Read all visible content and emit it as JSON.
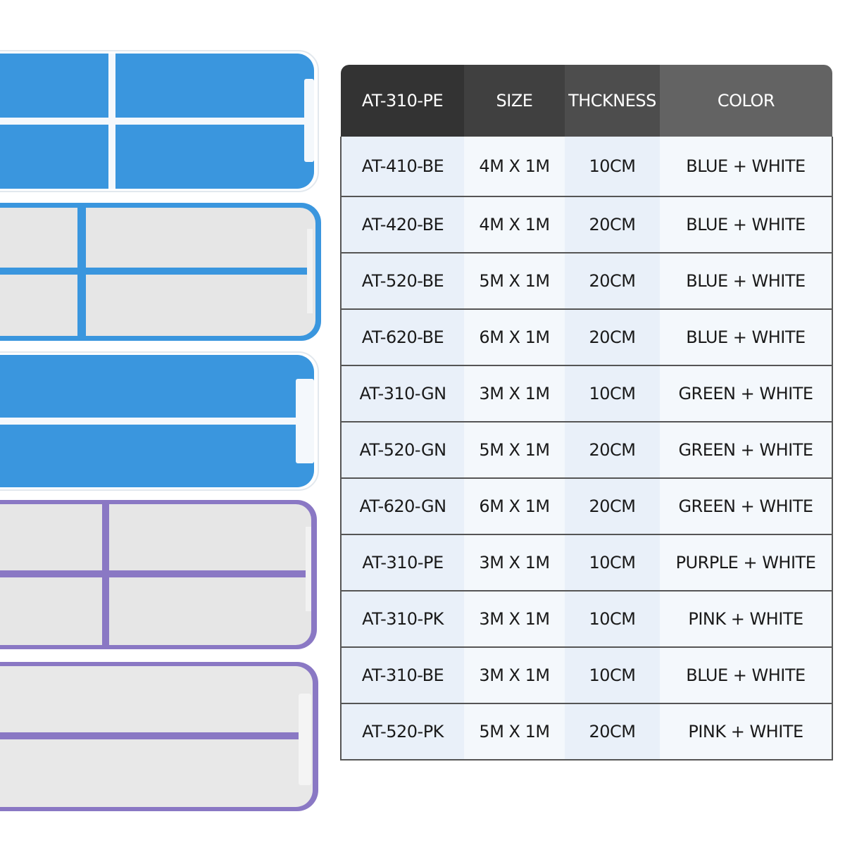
{
  "colors": {
    "blue": "#3a96de",
    "purple": "#8a78c4",
    "mat_grey": "#e6e6e6",
    "header_dark": "#333333"
  },
  "table": {
    "headers": [
      "AT-310-PE",
      "SIZE",
      "THCKNESS",
      "COLOR"
    ],
    "rows": [
      [
        "AT-410-BE",
        "4M X 1M",
        "10CM",
        "BLUE + WHITE"
      ],
      [
        "AT-420-BE",
        "4M X 1M",
        "20CM",
        "BLUE + WHITE"
      ],
      [
        "AT-520-BE",
        "5M X 1M",
        "20CM",
        "BLUE + WHITE"
      ],
      [
        "AT-620-BE",
        "6M X 1M",
        "20CM",
        "BLUE + WHITE"
      ],
      [
        "AT-310-GN",
        "3M X 1M",
        "10CM",
        "GREEN + WHITE"
      ],
      [
        "AT-520-GN",
        "5M X 1M",
        "20CM",
        "GREEN + WHITE"
      ],
      [
        "AT-620-GN",
        "6M X 1M",
        "20CM",
        "GREEN + WHITE"
      ],
      [
        "AT-310-PE",
        "3M X 1M",
        "10CM",
        "PURPLE + WHITE"
      ],
      [
        "AT-310-PK",
        "3M X 1M",
        "10CM",
        "PINK + WHITE"
      ],
      [
        "AT-310-BE",
        "3M X 1M",
        "10CM",
        "BLUE + WHITE"
      ],
      [
        "AT-520-PK",
        "5M X 1M",
        "20CM",
        "PINK + WHITE"
      ]
    ]
  }
}
